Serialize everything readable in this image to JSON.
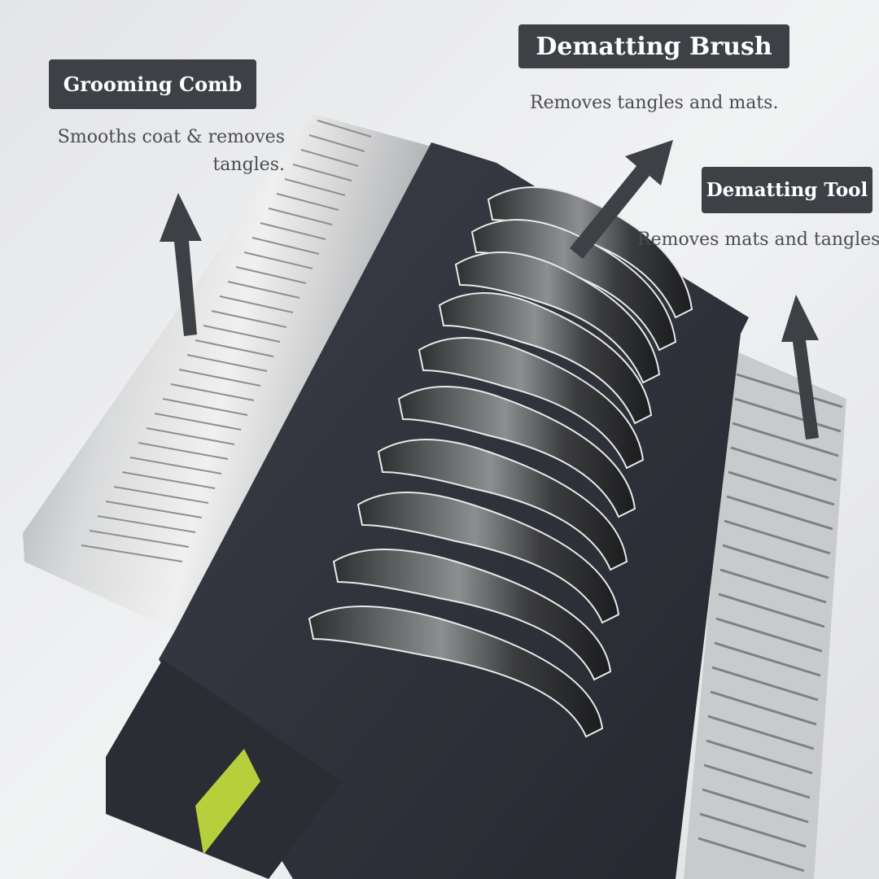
{
  "callouts": {
    "grooming_comb": {
      "title": "Grooming Comb",
      "line1": "Smooths coat & removes",
      "line2": "tangles."
    },
    "dematting_brush": {
      "title": "Dematting Brush",
      "desc": "Removes tangles and mats."
    },
    "dematting_tool": {
      "title": "Dematting Tool",
      "desc": "Removes mats and tangles"
    }
  },
  "colors": {
    "label_bg": "#3d4045",
    "label_text": "#ffffff",
    "arrow": "#3d4045",
    "background": "#e9eaec"
  },
  "icons": [
    "arrow-up-icon",
    "arrow-up-right-icon",
    "arrow-up-icon"
  ]
}
